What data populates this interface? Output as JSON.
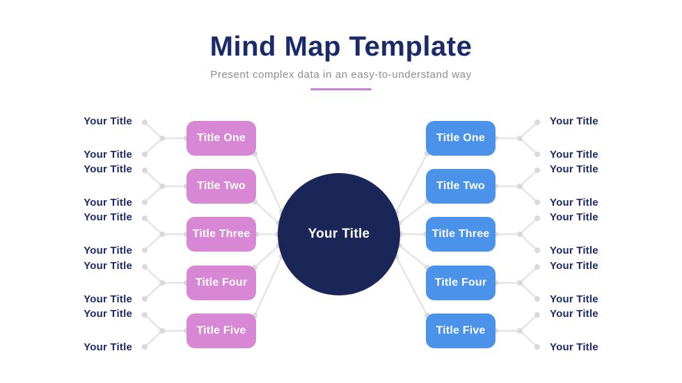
{
  "header": {
    "title": "Mind Map Template",
    "subtitle": "Present complex data in an easy-to-understand way"
  },
  "center": {
    "label": "Your Title"
  },
  "branches": {
    "left": {
      "color": "#d787d3",
      "nodes": [
        {
          "label": "Title One",
          "leaves": [
            "Your Title",
            "Your Title"
          ]
        },
        {
          "label": "Title Two",
          "leaves": [
            "Your Title",
            "Your Title"
          ]
        },
        {
          "label": "Title Three",
          "leaves": [
            "Your Title",
            "Your Title"
          ]
        },
        {
          "label": "Title Four",
          "leaves": [
            "Your Title",
            "Your Title"
          ]
        },
        {
          "label": "Title Five",
          "leaves": [
            "Your Title",
            "Your Title"
          ]
        }
      ]
    },
    "right": {
      "color": "#4b92ea",
      "nodes": [
        {
          "label": "Title One",
          "leaves": [
            "Your Title",
            "Your Title"
          ]
        },
        {
          "label": "Title Two",
          "leaves": [
            "Your Title",
            "Your Title"
          ]
        },
        {
          "label": "Title Three",
          "leaves": [
            "Your Title",
            "Your Title"
          ]
        },
        {
          "label": "Title Four",
          "leaves": [
            "Your Title",
            "Your Title"
          ]
        },
        {
          "label": "Title Five",
          "leaves": [
            "Your Title",
            "Your Title"
          ]
        }
      ]
    }
  },
  "colors": {
    "background": "#ffffff",
    "title_text": "#1b2a6b",
    "subtitle_text": "#8c8c8c",
    "divider": "#c87fd4",
    "center_circle": "#1a2558",
    "center_text": "#ffffff",
    "node_text": "#ffffff",
    "leaf_text": "#1b2a6b",
    "connector_line": "#e4e4e4",
    "connector_dot": "#d9d9d9"
  }
}
